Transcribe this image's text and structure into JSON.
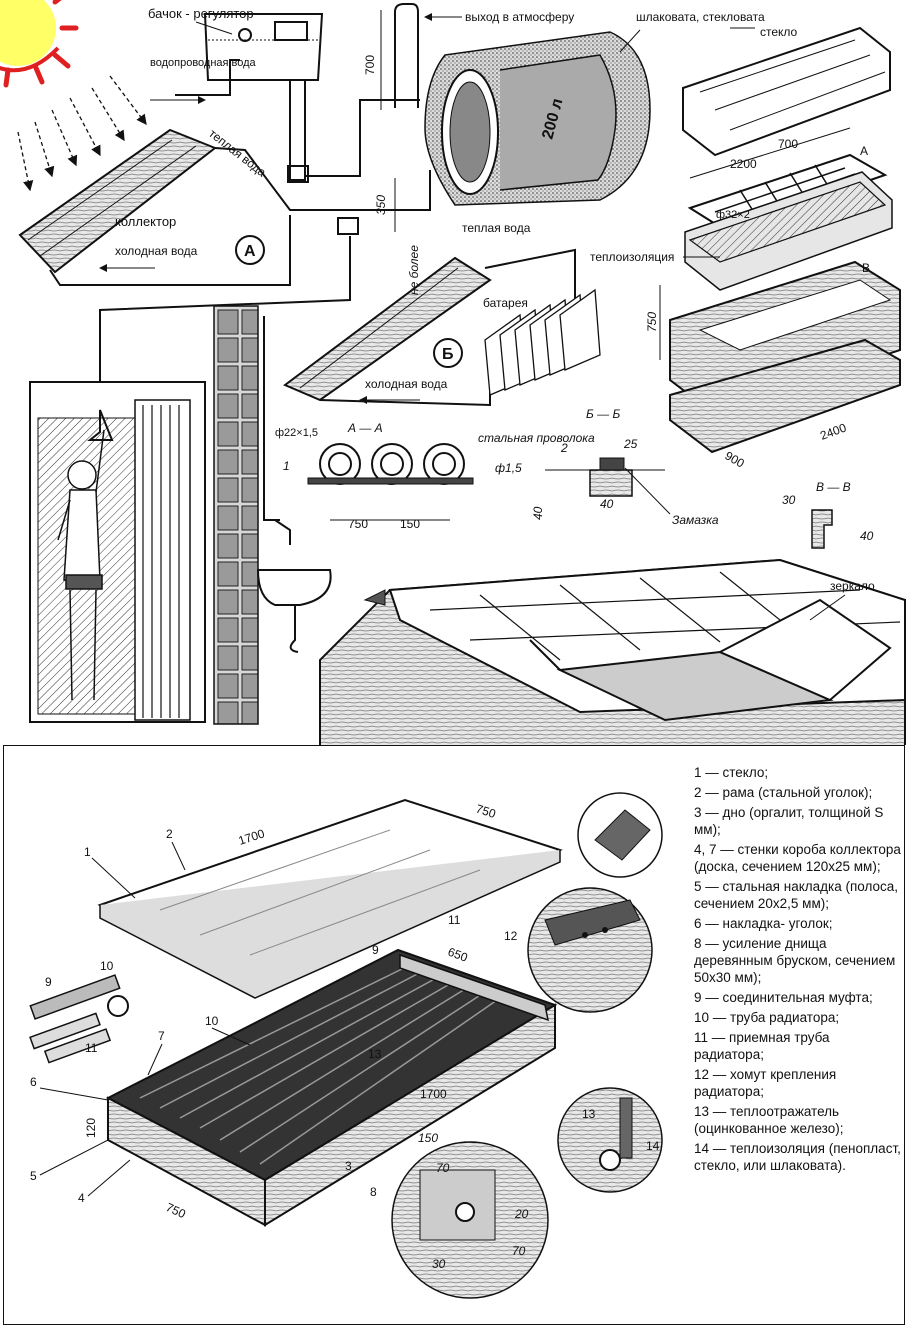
{
  "top": {
    "labels": {
      "tank_regulator": "бачок - регулятор",
      "tap_water": "водопроводная вода",
      "atmosphere_out": "выход в атмосферу",
      "insulation_slag": "шлаковата, стекловата",
      "glass": "стекло",
      "warm_water_1": "теплая вода",
      "collector": "коллектор",
      "cold_water_1": "холодная вода",
      "circle_a": "А",
      "warm_water_2": "теплая вода",
      "thermal_insulation": "теплоизоляция",
      "not_more": "не более",
      "battery": "батарея",
      "circle_b": "Б",
      "cold_water_2": "холодная вода",
      "section_aa": "А — А",
      "steel_wire": "стальная проволока",
      "section_bb": "Б — Б",
      "putty": "Замазка",
      "section_vv": "В — В",
      "mirror": "зеркало",
      "tank_label": "200 л"
    },
    "dims": {
      "d700_top": "700",
      "d350": "350",
      "d2200": "2200",
      "d700_box": "700",
      "a_mark": "А",
      "pipe32": "ф32×2",
      "d750_box": "750",
      "b_mark": "В",
      "d900": "900",
      "d2400": "2400",
      "pipe22": "ф22×1,5",
      "wire_d": "ф1,5",
      "d1": "1",
      "d750_sec": "750",
      "d150_sec": "150",
      "d2": "2",
      "d25": "25",
      "d40_bb": "40",
      "d40_side": "40",
      "d30_vv": "30",
      "d40_vv": "40"
    }
  },
  "bottom": {
    "dims": {
      "d1700_top": "1700",
      "d750_top": "750",
      "d650": "650",
      "d1700_bot": "1700",
      "d750_bot": "750",
      "d120": "120",
      "d150": "150",
      "d70": "70",
      "d20": "20",
      "d70b": "70",
      "d30": "30"
    },
    "callouts": [
      "1",
      "2",
      "3",
      "4",
      "5",
      "6",
      "7",
      "8",
      "9",
      "10",
      "11",
      "12",
      "13",
      "14"
    ],
    "legend": [
      "1 — стекло;",
      "2 — рама (стальной уголок);",
      "3 — дно (оргалит, толщиной S мм);",
      "4, 7 — стенки короба коллектора (доска, сечением 120х25 мм);",
      "5 — стальная накладка (полоса, сечением 20х2,5 мм);",
      "6 — накладка- уголок;",
      "8 — усиление днища деревянным бруском, сечением 50х30 мм);",
      "9 — соединительная муфта;",
      "10 — труба радиатора;",
      "11 — приемная труба радиатора;",
      "12 — хомут крепления радиатора;",
      "13 — теплоотражатель (оцинкованное железо);",
      "14 — теплоизоляция (пенопласт, стекло, или шлаковата)."
    ]
  }
}
